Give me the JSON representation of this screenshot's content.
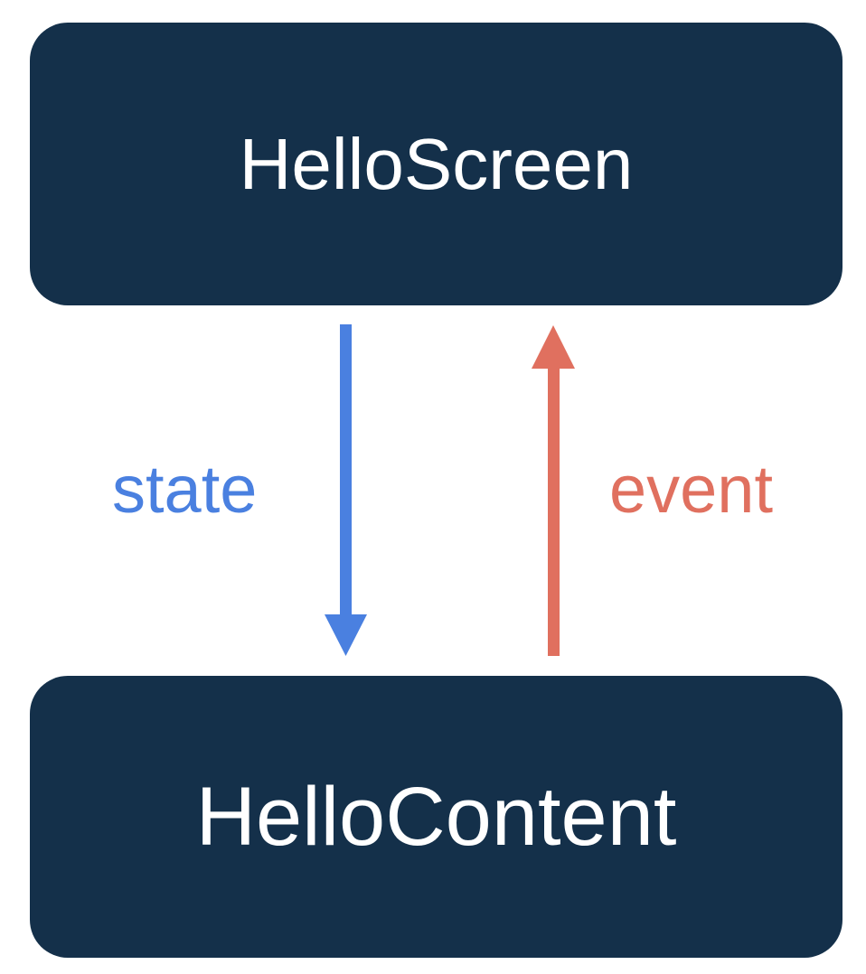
{
  "diagram": {
    "title": "HelloScreen / HelloContent state-event flow",
    "background_color": "#ffffff",
    "node_fill_color": "#14304a",
    "node_text_color": "#ffffff",
    "state_color": "#4a80e0",
    "event_color": "#e0705f",
    "nodes": [
      {
        "id": "hello-screen",
        "label": "HelloScreen",
        "position": "top"
      },
      {
        "id": "hello-content",
        "label": "HelloContent",
        "position": "bottom"
      }
    ],
    "edges": [
      {
        "id": "state-edge",
        "label": "state",
        "color": "#4a80e0",
        "from": "HelloScreen",
        "to": "HelloContent",
        "direction": "down"
      },
      {
        "id": "event-edge",
        "label": "event",
        "color": "#e0705f",
        "from": "HelloContent",
        "to": "HelloScreen",
        "direction": "up"
      }
    ]
  }
}
